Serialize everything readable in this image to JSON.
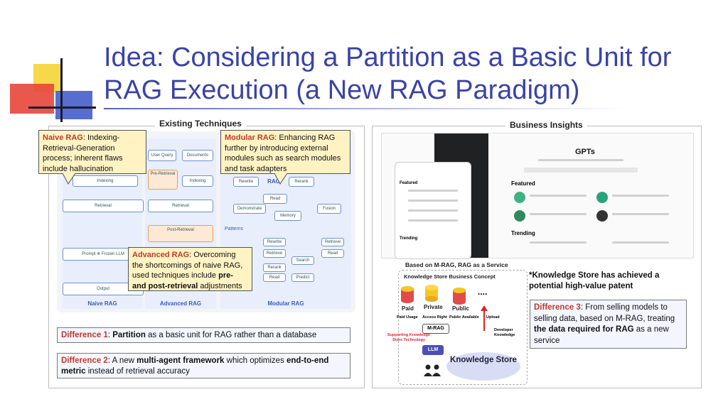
{
  "title": {
    "line1": "Idea: Considering a Partition as a Basic Unit for",
    "line2": "RAG Execution (a New RAG Paradigm)"
  },
  "existing": {
    "label": "Existing Techniques",
    "naive": {
      "tag": "Naive RAG",
      "text": ": Indexing-Retrieval-Generation process; inherent flaws include hallucination"
    },
    "modular": {
      "tag": "Modular RAG",
      "text": ": Enhancing RAG further by introducing external modules such as search modules and task adapters"
    },
    "advanced": {
      "tag": "Advanced RAG",
      "text": ": Overcoming the shortcomings of naive RAG, used techniques include ",
      "bold": "pre- and post-retrieval",
      "tail": " adjustments"
    },
    "diagram": {
      "naive_title": "Naive RAG",
      "advanced_title": "Advanced RAG",
      "modular_title": "Modular RAG",
      "user": "User",
      "query": "Query",
      "documents": "Documents",
      "indexing": "Indexing",
      "retrieval": "Retrieval",
      "prompt": "Prompt",
      "frozen_llm": "Frozen LLM",
      "output": "Output",
      "pre_retrieval": "Pre-Retrieval",
      "post_retrieval": "Post-Retrieval",
      "rewrite": "Rewrite",
      "rag": "RAG",
      "rerank": "Rerank",
      "read": "Read",
      "demonstrate": "Demonstrate",
      "fusion": "Fusion",
      "memory": "Memory",
      "patterns": "Patterns",
      "retrieve": "Retrieve",
      "search": "Search",
      "predict": "Predict"
    },
    "diff1": {
      "tag": "Difference 1",
      "bold": "Partition",
      "text": " as a basic unit for RAG rather than a database"
    },
    "diff2": {
      "tag": "Difference 2",
      "pre": ": A new ",
      "bold": "multi-agent framework",
      "mid": " which optimizes ",
      "bold2": "end-to-end metric",
      "tail": " instead of retrieval accuracy"
    }
  },
  "business": {
    "label": "Business Insights",
    "gpts": "GPTs",
    "featured": "Featured",
    "trending": "Trending",
    "based_on": "Based on M-RAG,  RAG as a Service",
    "concept": "Knowledge Store Business Concept",
    "paid": "Paid",
    "private": "Private",
    "public": "Public",
    "paid_usage": "Paid Usage",
    "access_right": "Access Right",
    "public_available": "Public Available",
    "upload": "Upload",
    "m_rag": "M-RAG",
    "developer_knowledge": "Developer Knowledge",
    "supporting": "Supporting Knowledge Store Technology",
    "llm": "LLM",
    "knowledge_store": "Knowledge Store",
    "dots": "....",
    "patent": "*Knowledge Store has achieved a potential high-value patent",
    "diff3": {
      "tag": "Difference 3",
      "pre": ": From selling models to selling data, based on M-RAG, treating ",
      "bold": "the data required for RAG",
      "tail": " as a new service"
    }
  },
  "colors": {
    "title": "#3a43a8",
    "tag_red": "#c0392b",
    "callout_yellow": "#fff3c4",
    "diagram_blue": "#6f8fd8"
  }
}
